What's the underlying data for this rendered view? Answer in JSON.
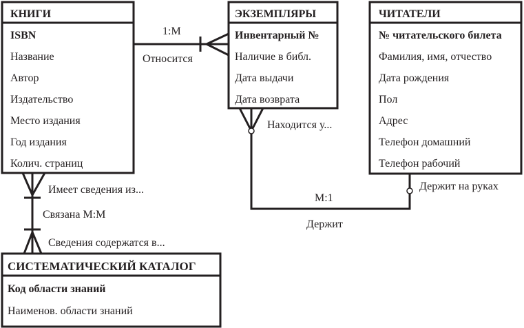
{
  "entities": {
    "books": {
      "title": "КНИГИ",
      "attributes": [
        "ISBN",
        "Название",
        "Автор",
        "Издательство",
        "Место издания",
        "Год издания",
        "Колич. страниц"
      ]
    },
    "copies": {
      "title": "ЭКЗЕМПЛЯРЫ",
      "attributes": [
        "Инвентарный №",
        "Наличие в библ.",
        "Дата выдачи",
        "Дата возврата"
      ]
    },
    "readers": {
      "title": "ЧИТАТЕЛИ",
      "attributes": [
        "№ читательского билета",
        "Фамилия, имя, отчество",
        "Дата рождения",
        "Пол",
        "Адрес",
        "Телефон домашний",
        "Телефон рабочий"
      ]
    },
    "catalog": {
      "title": "СИСТЕМАТИЧЕСКИЙ КАТАЛОГ",
      "attributes": [
        "Код области знаний",
        "Наименов. области знаний"
      ]
    }
  },
  "relations": {
    "books_copies": {
      "cardinality": "1:M",
      "label": "Относится"
    },
    "copies_readers": {
      "cardinality": "M:1",
      "label": "Держит",
      "copies_side": "Находится у...",
      "readers_side": "Держит на руках"
    },
    "books_catalog": {
      "books_side": "Имеет сведения из...",
      "label": "Связана М:М",
      "catalog_side": "Сведения содержатся в..."
    }
  }
}
